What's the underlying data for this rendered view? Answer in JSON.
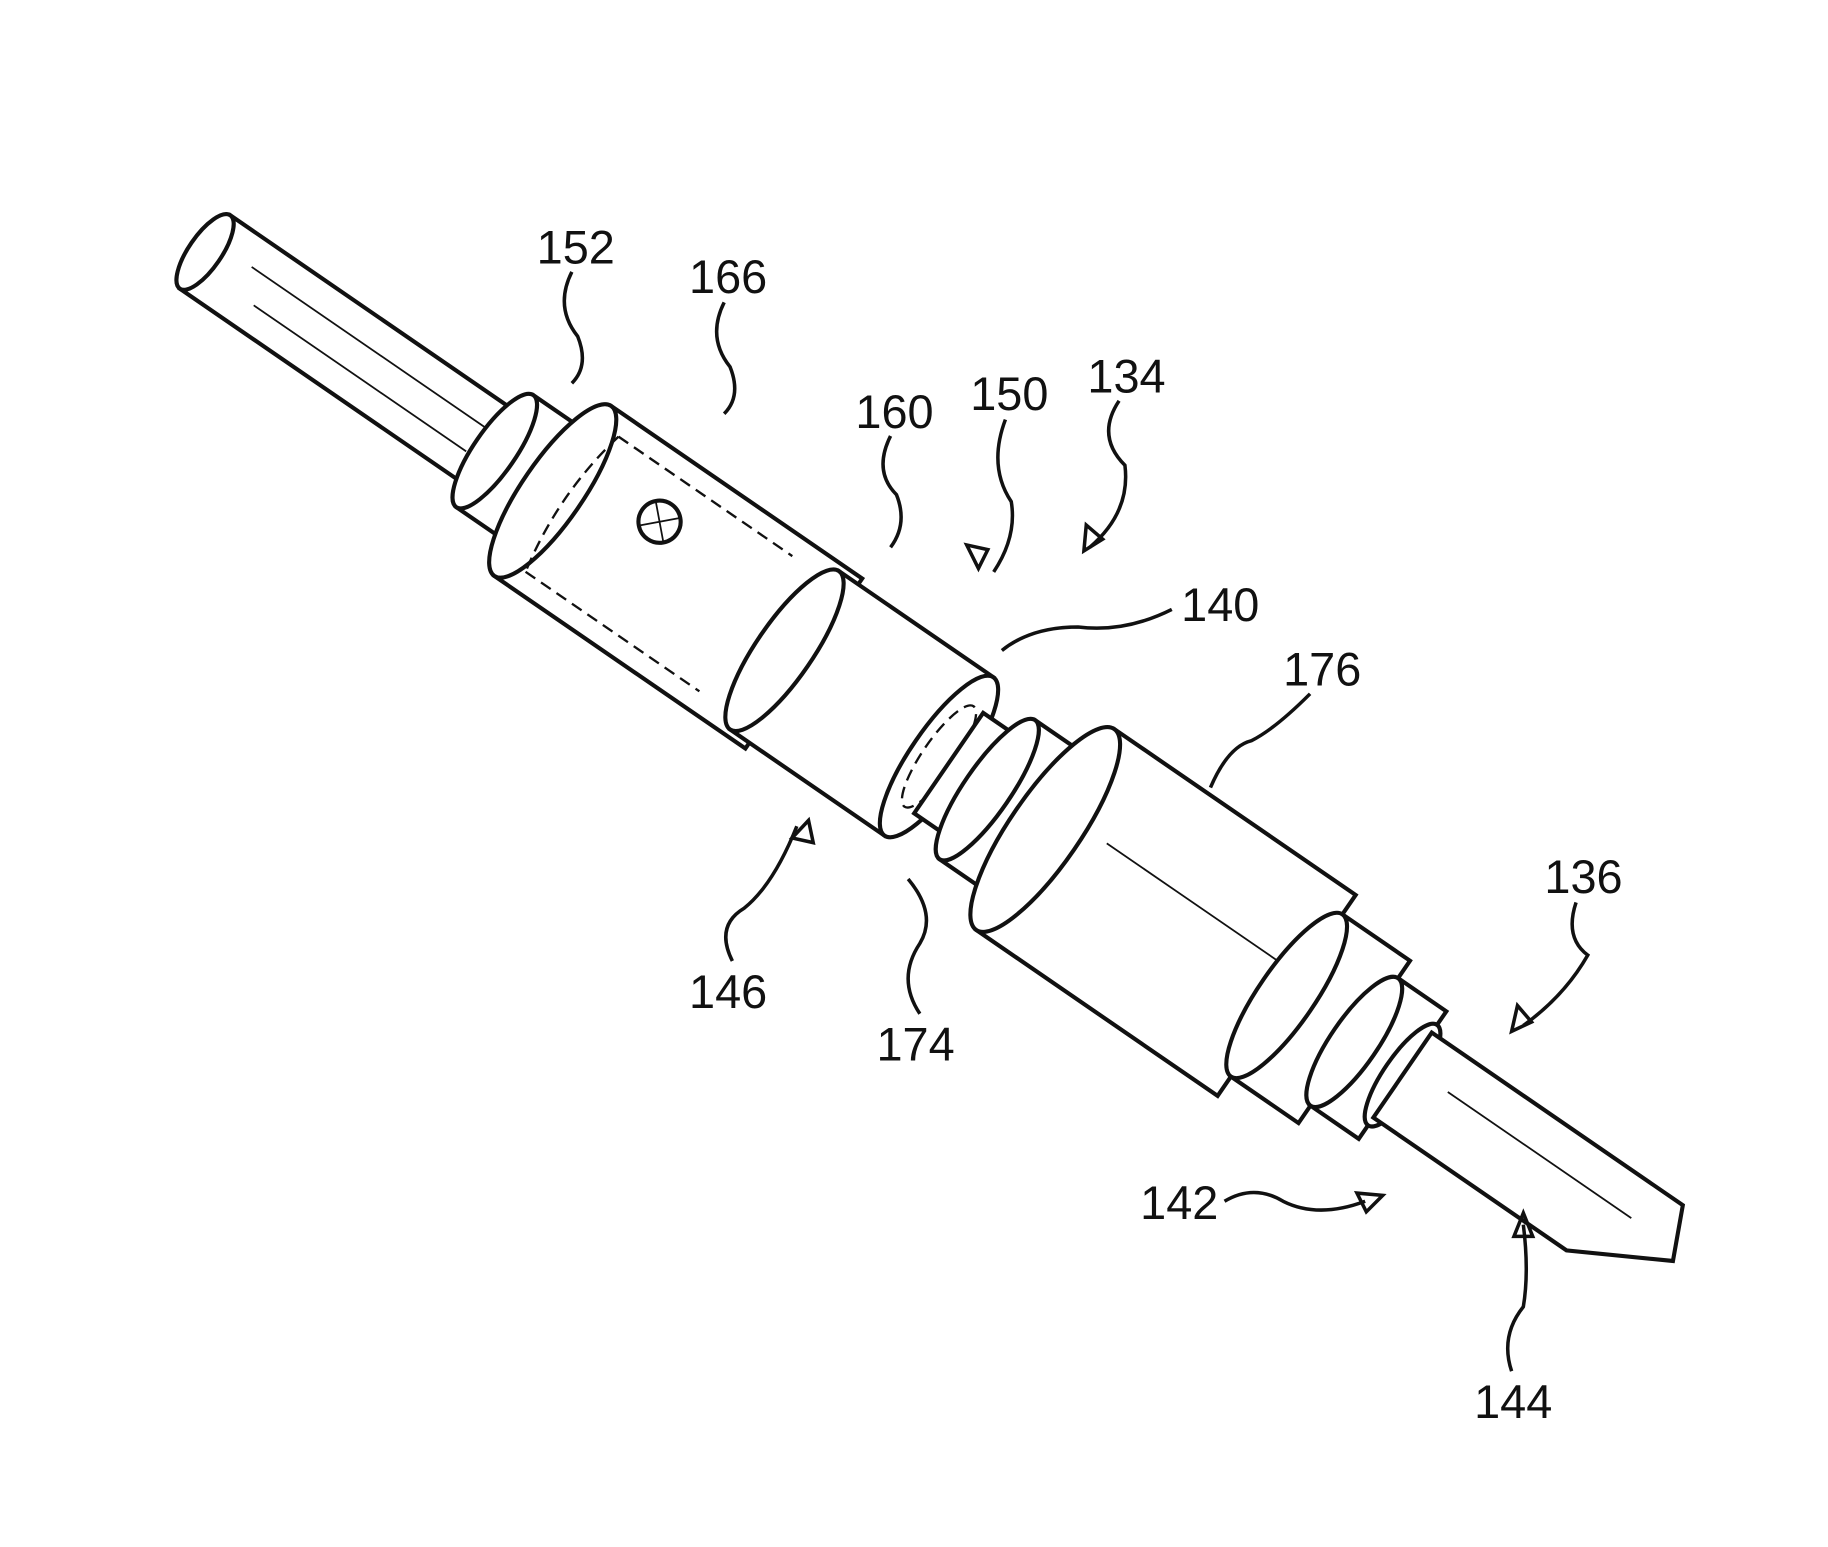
{
  "figure": {
    "labels": {
      "l152": "152",
      "l166": "166",
      "l160": "160",
      "l150": "150",
      "l134": "134",
      "l140": "140",
      "l176": "176",
      "l136": "136",
      "l146": "146",
      "l174": "174",
      "l142": "142",
      "l144": "144"
    }
  }
}
